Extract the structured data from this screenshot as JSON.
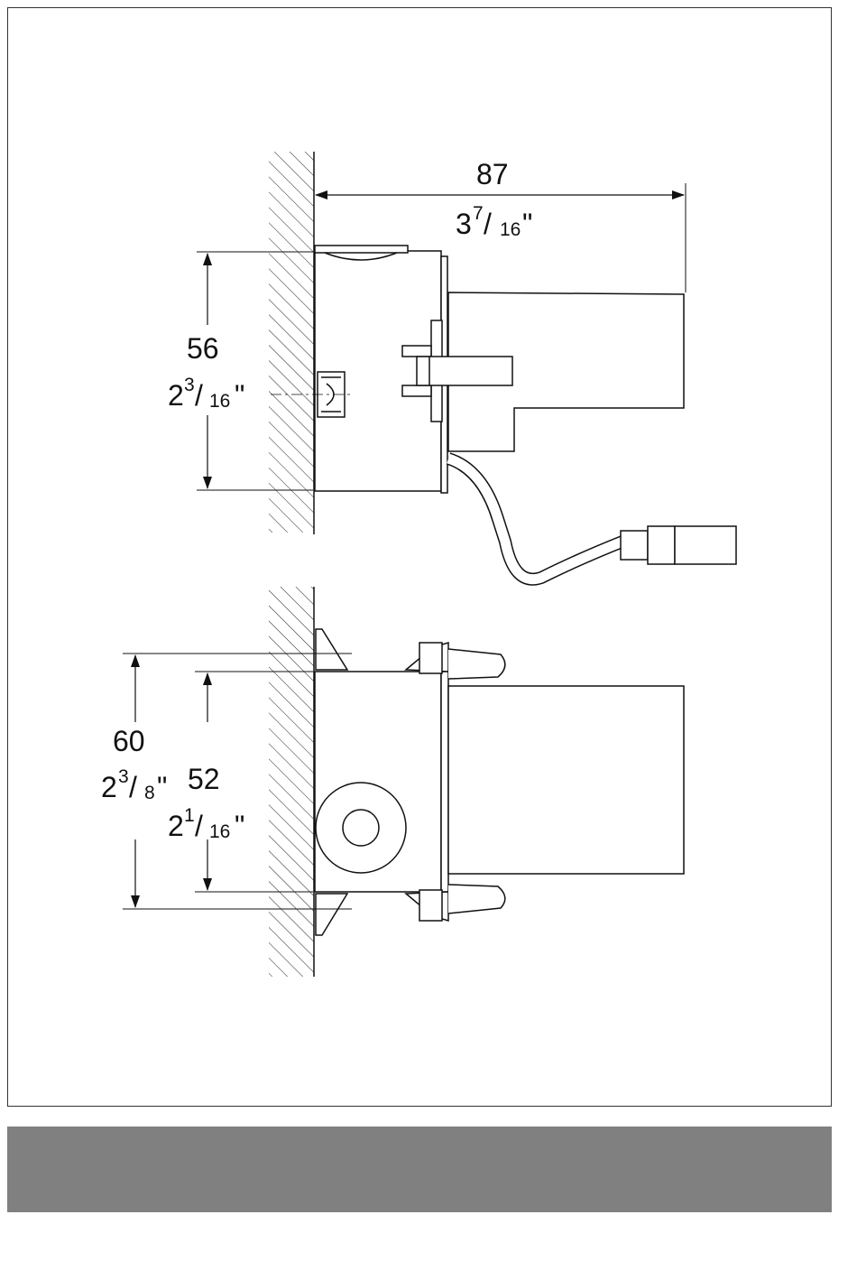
{
  "colors": {
    "line": "#111111",
    "frame": "#333333",
    "bar": "#808080",
    "background": "#ffffff"
  },
  "dimensions": {
    "width_mm": "87",
    "width_whole": "3",
    "width_num": "7",
    "width_den": "16",
    "height_mm": "56",
    "height_whole": "2",
    "height_num": "3",
    "height_den": "16",
    "outer_mm": "60",
    "outer_whole": "2",
    "outer_num": "3",
    "outer_den": "8",
    "inner_mm": "52",
    "inner_whole": "2",
    "inner_num": "1",
    "inner_den": "16",
    "inch_mark": "\""
  }
}
